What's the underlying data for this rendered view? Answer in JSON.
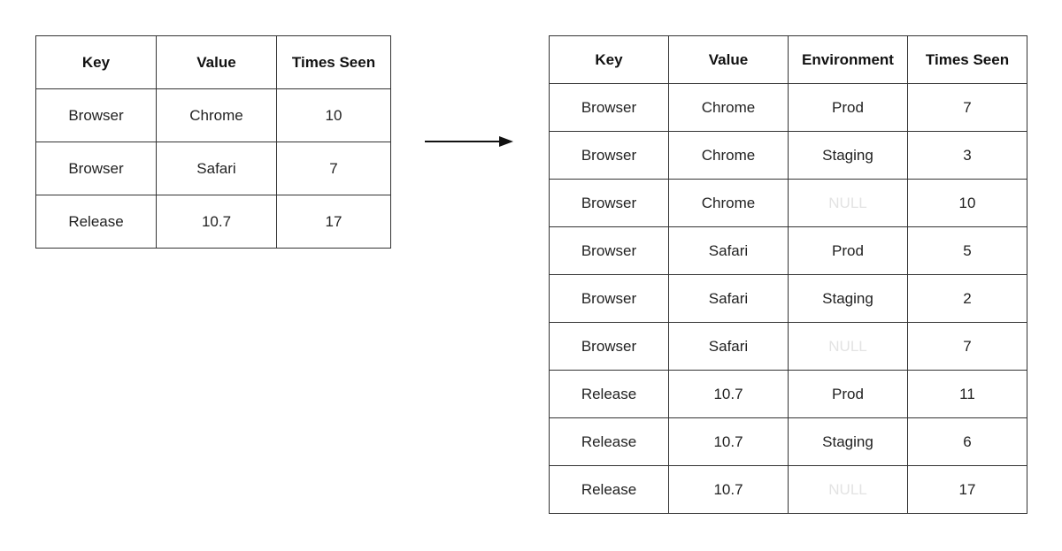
{
  "before_table": {
    "headers": [
      "Key",
      "Value",
      "Times Seen"
    ],
    "rows": [
      [
        "Browser",
        "Chrome",
        "10"
      ],
      [
        "Browser",
        "Safari",
        "7"
      ],
      [
        "Release",
        "10.7",
        "17"
      ]
    ]
  },
  "after_table": {
    "headers": [
      "Key",
      "Value",
      "Environment",
      "Times Seen"
    ],
    "rows": [
      [
        "Browser",
        "Chrome",
        "Prod",
        "7"
      ],
      [
        "Browser",
        "Chrome",
        "Staging",
        "3"
      ],
      [
        "Browser",
        "Chrome",
        "NULL",
        "10"
      ],
      [
        "Browser",
        "Safari",
        "Prod",
        "5"
      ],
      [
        "Browser",
        "Safari",
        "Staging",
        "2"
      ],
      [
        "Browser",
        "Safari",
        "NULL",
        "7"
      ],
      [
        "Release",
        "10.7",
        "Prod",
        "11"
      ],
      [
        "Release",
        "10.7",
        "Staging",
        "6"
      ],
      [
        "Release",
        "10.7",
        "NULL",
        "17"
      ]
    ]
  },
  "colors": {
    "border": "#333333",
    "text": "#222222",
    "null_text": "#e3e3e3",
    "arrow": "#111111"
  },
  "icons": {
    "transform_arrow": "right-arrow-icon"
  }
}
